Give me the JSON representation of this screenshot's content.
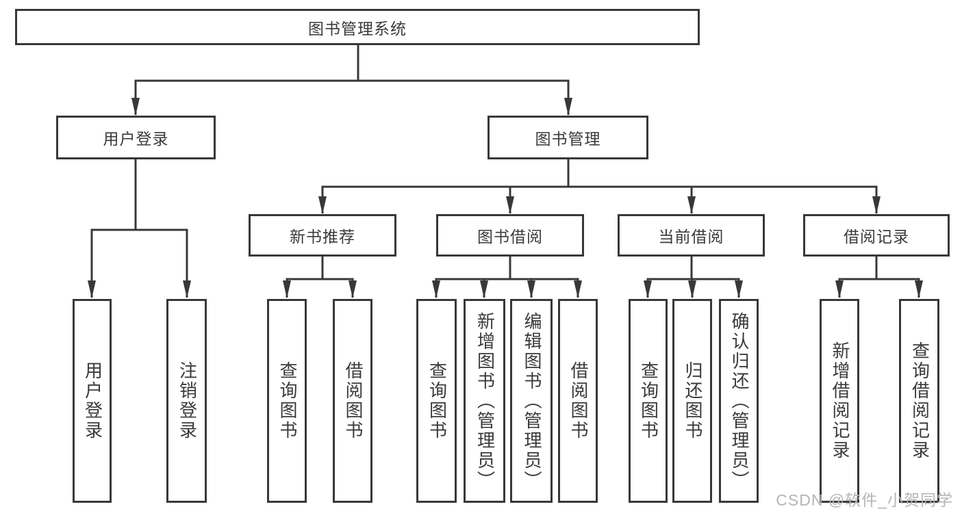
{
  "tree": {
    "root": {
      "label": "图书管理系统",
      "children": [
        {
          "label": "用户登录",
          "children": [
            {
              "label": "用户登录"
            },
            {
              "label": "注销登录"
            }
          ]
        },
        {
          "label": "图书管理",
          "children": [
            {
              "label": "新书推荐",
              "children": [
                {
                  "label": "查询图书"
                },
                {
                  "label": "借阅图书"
                }
              ]
            },
            {
              "label": "图书借阅",
              "children": [
                {
                  "label": "查询图书"
                },
                {
                  "label": "新增图书（管理员）"
                },
                {
                  "label": "编辑图书（管理员）"
                },
                {
                  "label": "借阅图书"
                }
              ]
            },
            {
              "label": "当前借阅",
              "children": [
                {
                  "label": "查询图书"
                },
                {
                  "label": "归还图书"
                },
                {
                  "label": "确认归还（管理员）"
                }
              ]
            },
            {
              "label": "借阅记录",
              "children": [
                {
                  "label": "新增借阅记录"
                },
                {
                  "label": "查询借阅记录"
                }
              ]
            }
          ]
        }
      ]
    }
  },
  "watermark": {
    "text": "CSDN @软件_小贺同学"
  },
  "colors": {
    "line": "#383838",
    "text": "#3a3a3a",
    "watermark": "#b5b5b5",
    "background": "#ffffff"
  }
}
